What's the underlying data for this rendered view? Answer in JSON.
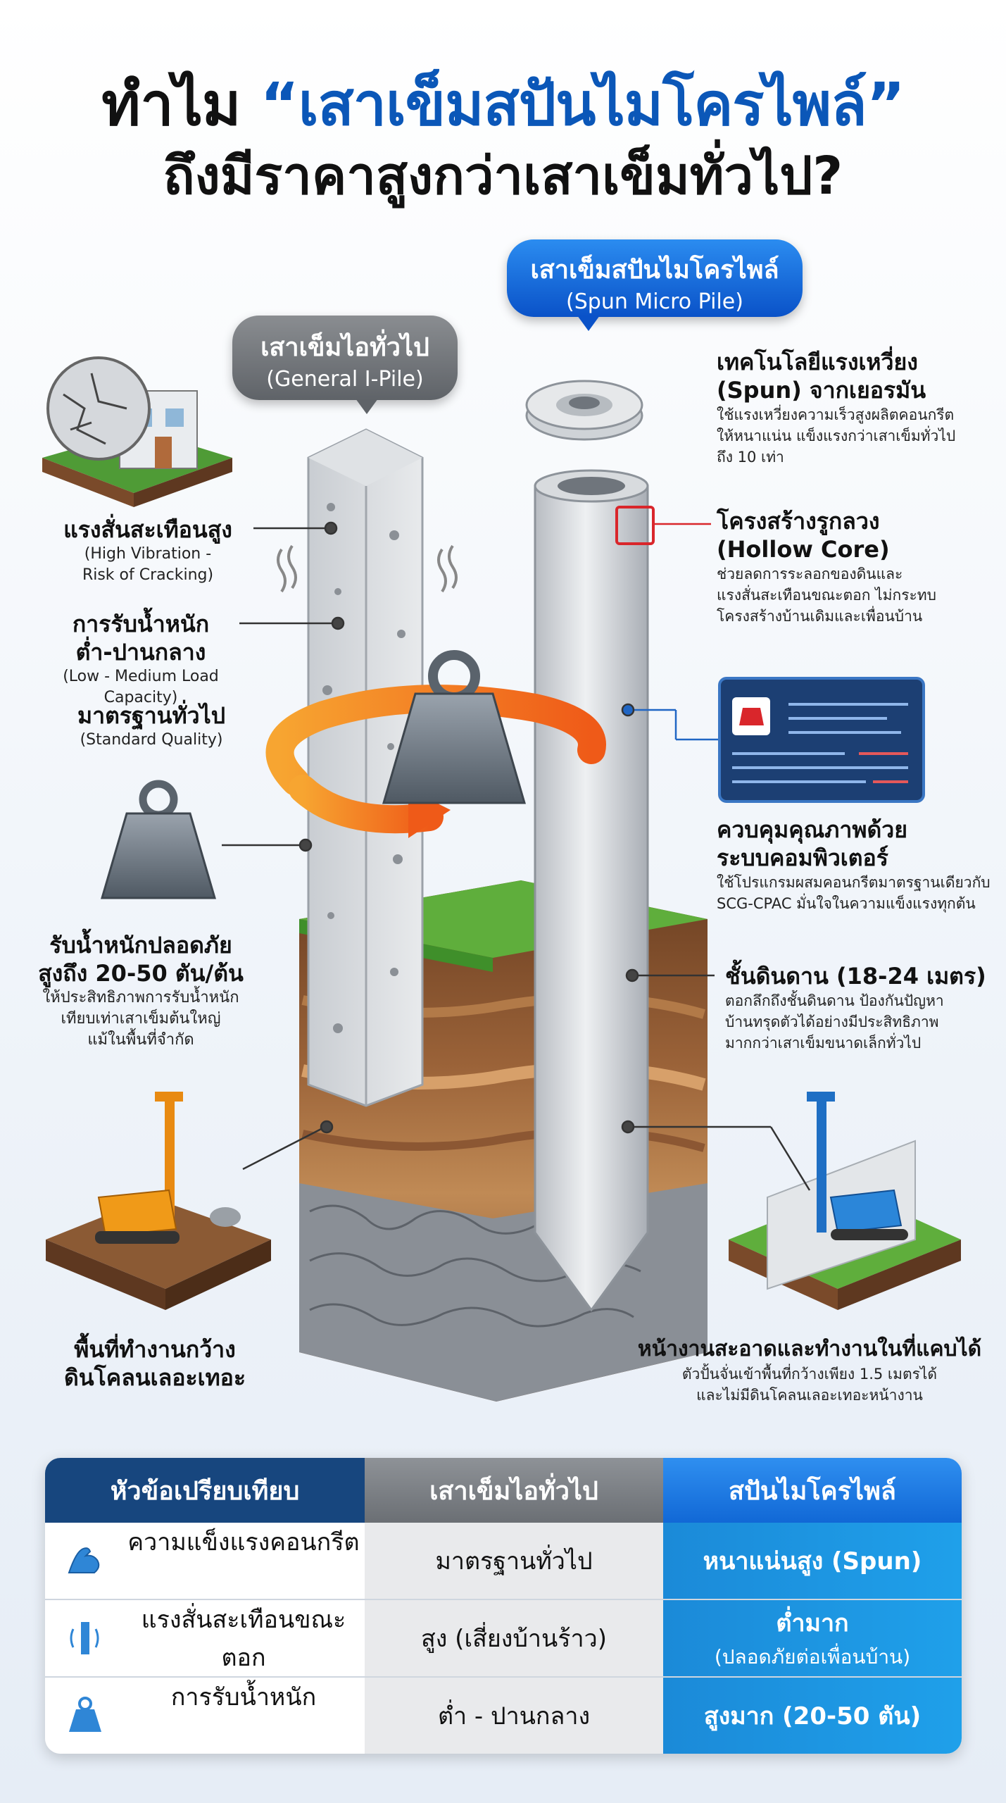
{
  "title": {
    "line1_pre": "ทำไม ",
    "line1_highlight": "“เสาเข็มสปันไมโครไพล์”",
    "line2": "ถึงมีราคาสูงกว่าเสาเข็มทั่วไป?"
  },
  "bubbles": {
    "general": {
      "th": "เสาเข็มไอทั่วไป",
      "en": "(General I-Pile)"
    },
    "spun": {
      "th": "เสาเข็มสปันไมโครไพล์",
      "en": "(Spun Micro Pile)"
    }
  },
  "left_labels": {
    "vibration": {
      "th": "แรงสั่นสะเทือนสูง",
      "en1": "(High Vibration -",
      "en2": "Risk of Cracking)"
    },
    "load": {
      "th1": "การรับน้ำหนัก",
      "th2": "ต่ำ-ปานกลาง",
      "en": "(Low - Medium Load Capacity)"
    },
    "standard": {
      "th": "มาตรฐานทั่วไป",
      "en": "(Standard Quality)"
    },
    "safe_load": {
      "th1": "รับน้ำหนักปลอดภัย",
      "th2": "สูงถึง 20-50 ตัน/ต้น",
      "d1": "ให้ประสิทธิภาพการรับน้ำหนัก",
      "d2": "เทียบเท่าเสาเข็มต้นใหญ่",
      "d3": "แม้ในพื้นที่จำกัด"
    },
    "site": {
      "th1": "พื้นที่ทำงานกว้าง",
      "th2": "ดินโคลนเลอะเทอะ"
    }
  },
  "right_labels": {
    "spun_tech": {
      "h1": "เทคโนโลยีแรงเหวี่ยง",
      "h2": "(Spun) จากเยอรมัน",
      "d1": "ใช้แรงเหวี่ยงความเร็วสูงผลิตคอนกรีต",
      "d2": "ให้หนาแน่น แข็งแรงกว่าเสาเข็มทั่วไป",
      "d3": "ถึง 10 เท่า"
    },
    "hollow": {
      "h1": "โครงสร้างรูกลวง",
      "h2": "(Hollow Core)",
      "d1": "ช่วยลดการระลอกของดินและ",
      "d2": "แรงสั่นสะเทือนขณะตอก ไม่กระทบ",
      "d3": "โครงสร้างบ้านเดิมและเพื่อนบ้าน"
    },
    "computer": {
      "h1": "ควบคุมคุณภาพด้วย",
      "h2": "ระบบคอมพิวเตอร์",
      "d1": "ใช้โปรแกรมผสมคอนกรีตมาตรฐานเดียวกับ",
      "d2": "SCG-CPAC มั่นใจในความแข็งแรงทุกต้น"
    },
    "hard_soil": {
      "h1": "ชั้นดินดาน (18-24 เมตร)",
      "d1": "ตอกลึกถึงชั้นดินดาน ป้องกันปัญหา",
      "d2": "บ้านทรุดตัวได้อย่างมีประสิทธิภาพ",
      "d3": "มากกว่าเสาเข็มขนาดเล็กทั่วไป"
    },
    "clean": {
      "h1": "หน้างานสะอาดและทำงานในที่แคบได้",
      "d1": "ตัวปั้นจั่นเข้าพื้นที่กว้างเพียง 1.5 เมตรได้",
      "d2": "และไม่มีดินโคลนเลอะเทอะหน้างาน"
    }
  },
  "table": {
    "headers": [
      "หัวข้อเปรียบเทียบ",
      "เสาเข็มไอทั่วไป",
      "สปันไมโครไพล์"
    ],
    "rows": [
      {
        "icon": "muscle-icon",
        "topic": "ความแข็งแรงคอนกรีต",
        "general": "มาตรฐานทั่วไป",
        "spun": "หนาแน่นสูง (Spun)",
        "spun2": ""
      },
      {
        "icon": "vibration-icon",
        "topic": "แรงสั่นสะเทือนขณะตอก",
        "general": "สูง (เสี่ยงบ้านร้าว)",
        "spun": "ต่ำมาก",
        "spun2": "(ปลอดภัยต่อเพื่อนบ้าน)"
      },
      {
        "icon": "weight-icon",
        "topic": "การรับน้ำหนัก",
        "general": "ต่ำ - ปานกลาง",
        "spun": "สูงมาก (20-50 ตัน)",
        "spun2": ""
      }
    ]
  },
  "colors": {
    "brand_blue": "#0b57b8",
    "accent_orange": "#f07a1e",
    "table_header_dark": "#17467e",
    "table_spun": "#1b8ad8"
  }
}
